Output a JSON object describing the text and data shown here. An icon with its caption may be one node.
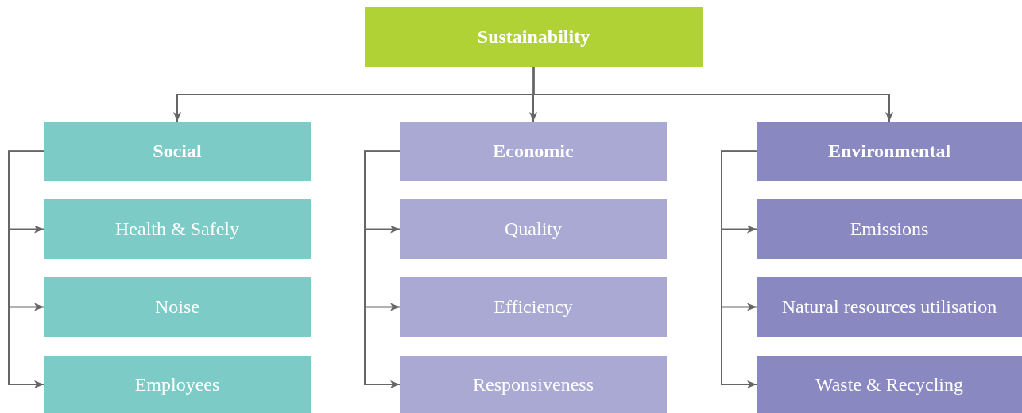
{
  "diagram": {
    "nodes": [
      {
        "text": [
          "Sustainability"
        ]
      },
      {
        "text": [
          "Social"
        ]
      },
      {
        "text": [
          "Health & Safely"
        ]
      },
      {
        "text": [
          "Noise"
        ]
      },
      {
        "text": [
          "Employees"
        ]
      },
      {
        "text": [
          "Economic"
        ]
      },
      {
        "text": [
          "Quality"
        ]
      },
      {
        "text": [
          "Efficiency"
        ]
      },
      {
        "text": [
          "Responsiveness"
        ]
      },
      {
        "text": [
          "Environmental"
        ]
      },
      {
        "text": [
          "Emissions"
        ]
      },
      {
        "text": [
          "Natural resources utilisation"
        ]
      },
      {
        "text": [
          "Waste & Recycling"
        ]
      }
    ],
    "edges": [
      {
        "from": 0,
        "to": 1,
        "arrow": "to"
      },
      {
        "from": 0,
        "to": 5,
        "arrow": "to"
      },
      {
        "from": 0,
        "to": 9,
        "arrow": "to"
      },
      {
        "from": 1,
        "to": 2,
        "arrow": "to"
      },
      {
        "from": 1,
        "to": 3,
        "arrow": "to"
      },
      {
        "from": 1,
        "to": 4,
        "arrow": "to"
      },
      {
        "from": 5,
        "to": 6,
        "arrow": "to"
      },
      {
        "from": 5,
        "to": 7,
        "arrow": "to"
      },
      {
        "from": 5,
        "to": 8,
        "arrow": "to"
      },
      {
        "from": 9,
        "to": 10,
        "arrow": "to"
      },
      {
        "from": 9,
        "to": 11,
        "arrow": "to"
      },
      {
        "from": 9,
        "to": 12,
        "arrow": "to"
      }
    ]
  }
}
